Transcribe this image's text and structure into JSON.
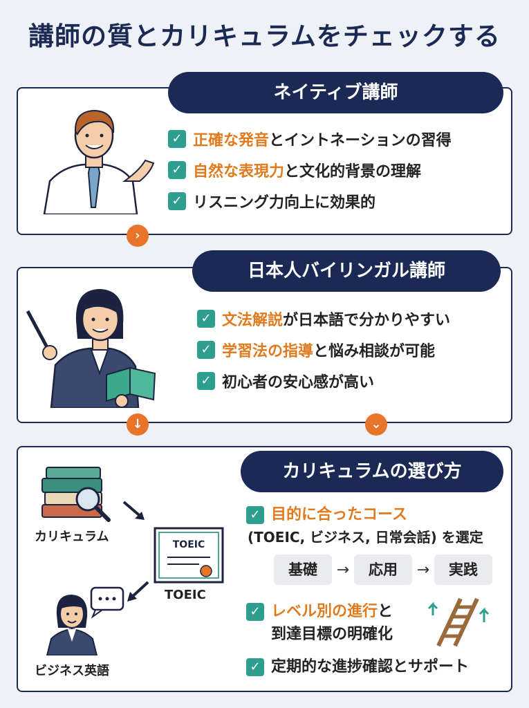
{
  "title": "講師の質とカリキュラムをチェックする",
  "native": {
    "heading": "ネイティブ講師",
    "items": [
      {
        "hl": "正確な発音",
        "rest": "とイントネーションの習得"
      },
      {
        "hl": "自然な表現力",
        "rest": "と文化的背景の理解"
      },
      {
        "hl": "",
        "rest": "リスニング力向上に効果的"
      }
    ]
  },
  "bilingual": {
    "heading": "日本人バイリンガル講師",
    "items": [
      {
        "hl": "文法解説",
        "rest": "が日本語で分かりやすい"
      },
      {
        "hl": "学習法の指導",
        "rest": "と悩み相談が可能"
      },
      {
        "hl": "",
        "rest": "初心者の安心感が高い"
      }
    ]
  },
  "curriculum": {
    "heading": "カリキュラムの選び方",
    "labels": {
      "curriculum": "カリキュラム",
      "toeic": "TOEIC",
      "business": "ビジネス英語",
      "certificate": "TOEIC"
    },
    "item1_hl": "目的に合ったコース",
    "item1_sub": "(TOEIC, ビジネス, 日常会話) を選定",
    "steps": [
      "基礎",
      "応用",
      "実践"
    ],
    "item2_hl": "レベル別の進行",
    "item2_rest": "と",
    "item2_line2": "到達目標の明確化",
    "item3": "定期的な進捗確認とサポート"
  },
  "colors": {
    "navy": "#1b2a55",
    "orange": "#e07a1c",
    "teal": "#2e9e8e"
  }
}
